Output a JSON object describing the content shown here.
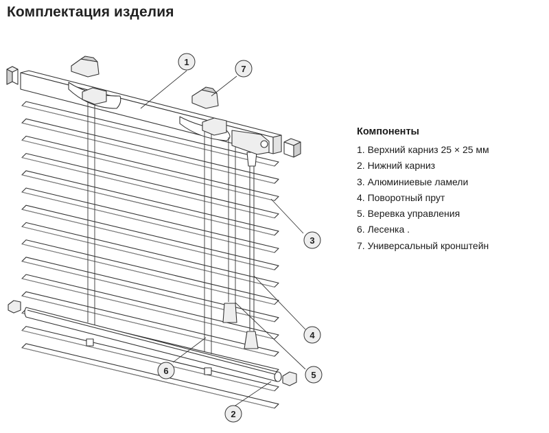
{
  "title": "Комплектация изделия",
  "legend": {
    "heading": "Компоненты",
    "items": [
      "1. Верхний карниз 25 × 25 мм",
      "2. Нижний карниз",
      "3. Алюминиевые ламели",
      "4. Поворотный прут",
      "5. Веревка управления",
      "6. Лесенка .",
      "7. Универсальный кронштейн"
    ]
  },
  "callouts": [
    "1",
    "2",
    "3",
    "4",
    "5",
    "6",
    "7"
  ],
  "colors": {
    "line": "#333333",
    "fill": "#ffffff",
    "shade": "#d6d6d6",
    "circle": "#eeeeee"
  }
}
